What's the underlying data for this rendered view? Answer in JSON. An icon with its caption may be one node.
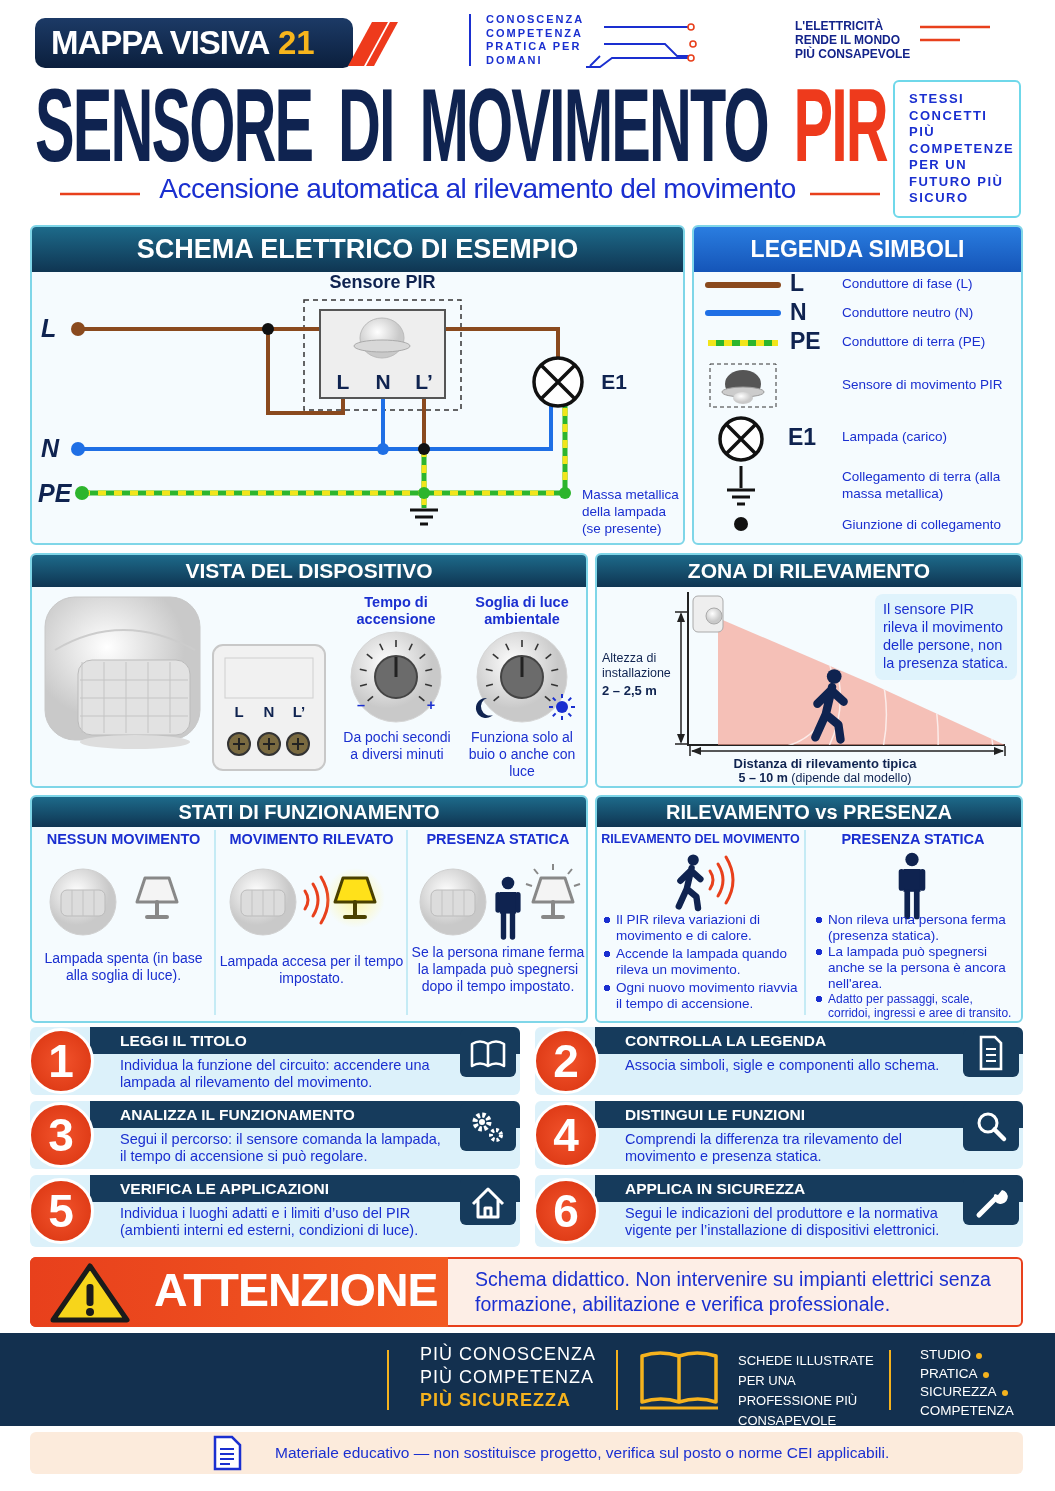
{
  "diagram": {
    "title": "SENSORE DI MOVIMENTO PIR",
    "nodes": [
      {
        "text": [
          "MAPPA VISIVA",
          "21"
        ]
      },
      {
        "text": [
          "STESSI CONCETTI PIÙ COMPETENZE PER UN FUTURO PIÙ SICURO"
        ]
      },
      {
        "text": [
          "SCHEMA ELETTRICO DI ESEMPIO"
        ]
      },
      {
        "text": [
          "LEGENDA SIMBOLI"
        ]
      },
      {
        "text": [
          "VISTA DEL DISPOSITIVO"
        ]
      },
      {
        "text": [
          "ZONA DI RILEVAMENTO"
        ]
      },
      {
        "text": [
          "Il sensore PIR rileva il movimento delle persone, non la presenza statica."
        ],
        "in": 5
      },
      {
        "text": [
          "STATI DI FUNZIONAMENTO"
        ]
      },
      {
        "text": [
          "RILEVAMENTO vs PRESENZA"
        ]
      },
      {
        "text": [
          "1",
          "LEGGI IL TITOLO",
          "Individua la funzione del circuito: accendere una lampada al rilevamento del movimento."
        ]
      },
      {
        "text": [
          "2",
          "CONTROLLA LA LEGENDA",
          "Associa simboli, sigle e componenti allo schema."
        ]
      },
      {
        "text": [
          "3",
          "ANALIZZA IL FUNZIONAMENTO",
          "Segui il percorso: il sensore comanda la lampada, il tempo di accensione si può regolare."
        ]
      },
      {
        "text": [
          "4",
          "DISTINGUI LE FUNZIONI",
          "Comprendi la differenza tra rilevamento del movimento e presenza statica."
        ]
      },
      {
        "text": [
          "5",
          "VERIFICA LE APPLICAZIONI",
          "Individua i luoghi adatti e i limiti d’uso del PIR (ambienti interni ed esterni, condizioni di luce)."
        ]
      },
      {
        "text": [
          "6",
          "APPLICA IN SICUREZZA",
          "Segui le indicazioni del produttore e la normativa vigente per l’installazione di dispositivi elettronici."
        ]
      },
      {
        "text": [
          "ATTENZIONE",
          "Schema didattico. Non intervenire su impianti elettrici senza formazione, abilitazione e verifica professionale."
        ]
      },
      {
        "text": [
          "PIÙ CONOSCENZA PIÙ COMPETENZA **PIÙ SICUREZZA**",
          "SCHEDE ILLUSTRATE PER UNA PROFESSIONE PIÙ CONSAPEVOLE",
          "STUDIO",
          "PRATICA",
          "SICUREZZA",
          "COMPETENZA"
        ]
      },
      {
        "text": [
          "Materiale educativo — non sostituisce progetto, verifica sul posto o norme CEI applicabili."
        ]
      }
    ],
    "labels": [
      "CONOSCENZA COMPETENZA PRATICA PER DOMANI",
      "L'ELETTRICITÀ RENDE IL MONDO PIÙ CONSAPEVOLE",
      "Accensione automatica al rilevamento del movimento",
      "Sensore PIR",
      "L",
      "L",
      "N",
      "L’",
      "E1",
      "N",
      "PE",
      "Massa metallica della lampada (se presente)",
      "L",
      "N",
      "PE",
      "E1",
      "L",
      "N",
      "L’",
      "Tempo di accensione",
      "Soglia di luce ambientale",
      "–",
      "+",
      "Da pochi secondi a diversi minuti",
      "Funziona solo al buio o anche con luce",
      "Altezza di installazione",
      "2 – 2,5 m",
      "Distanza di rilevamento tipica",
      "**5 – 10 m** (dipende dal modello)",
      "NESSUN MOVIMENTO",
      "MOVIMENTO RILEVATO",
      "PRESENZA STATICA",
      "Lampada spenta (in base alla soglia di luce).",
      "Lampada accesa per il tempo impostato.",
      "Se la persona rimane ferma la lampada può spegnersi dopo il tempo impostato.",
      "RILEVAMENTO DEL MOVIMENTO",
      "PRESENZA STATICA",
      "Il PIR rileva variazioni di movimento e di calore.",
      "Accende la lampada quando rileva un movimento.",
      "Ogni nuovo movimento riavvia il tempo di accensione.",
      "Non rileva una persona ferma (presenza statica).",
      "La lampada può spegnersi anche se la persona è ancora nell'area.",
      "Adatto per passaggi, scale, corridoi, ingressi e aree di transito."
    ],
    "legend": [
      {
        "text": "Conduttore di fase (L)"
      },
      {
        "text": "Conduttore neutro (N)"
      },
      {
        "text": "Conduttore di terra (PE)"
      },
      {
        "text": "Sensore di movimento PIR"
      },
      {
        "text": "Lampada (carico)"
      },
      {
        "text": "Collegamento di terra (alla massa metallica)"
      },
      {
        "text": "Giunzione di collegamento"
      }
    ]
  }
}
